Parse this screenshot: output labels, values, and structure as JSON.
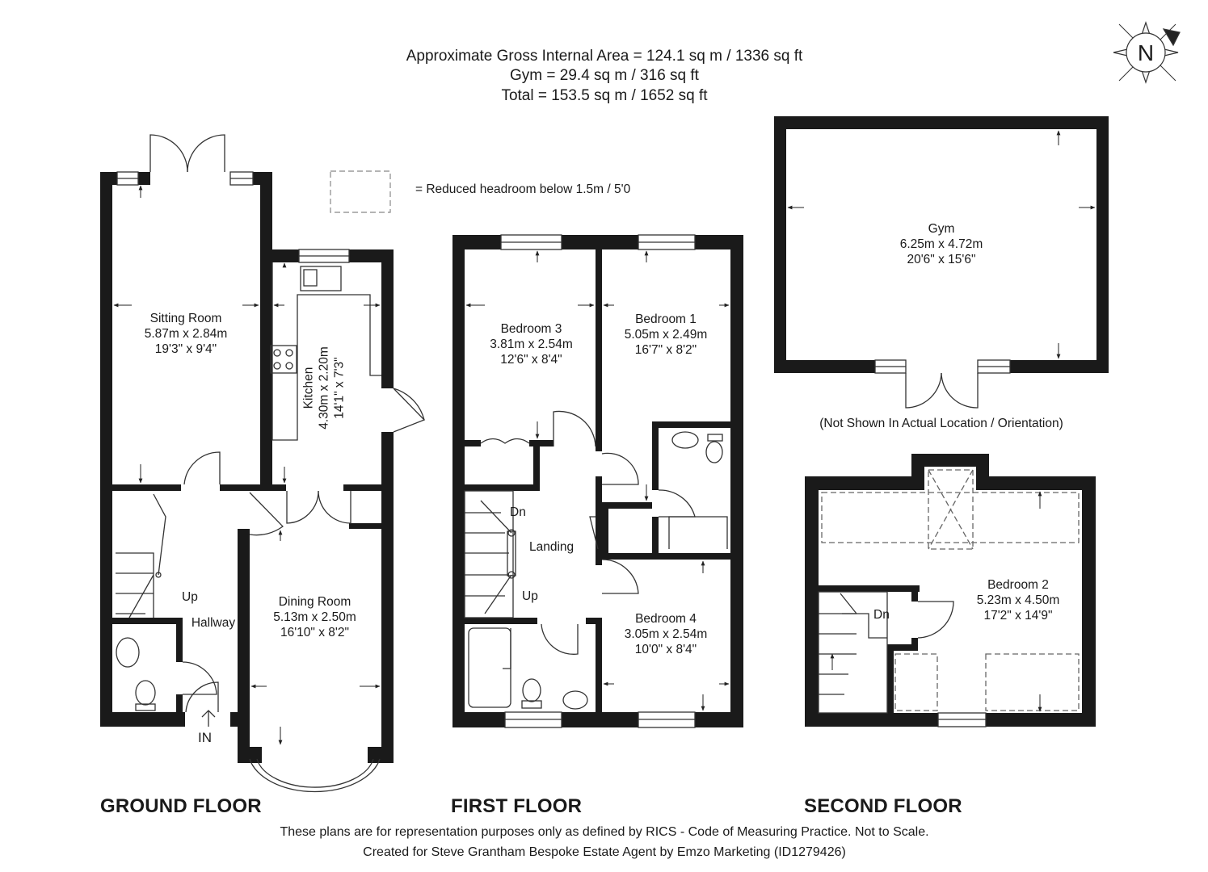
{
  "header": {
    "line1": "Approximate Gross Internal Area = 124.1 sq m / 1336 sq ft",
    "line2": "Gym = 29.4 sq m / 316 sq ft",
    "line3": "Total = 153.5 sq m / 1652 sq ft"
  },
  "compass": {
    "label": "N"
  },
  "legend": {
    "reduced_headroom": "= Reduced headroom below 1.5m / 5'0"
  },
  "gym_note": "(Not Shown In Actual Location / Orientation)",
  "floors": {
    "ground": "GROUND FLOOR",
    "first": "FIRST FLOOR",
    "second": "SECOND FLOOR"
  },
  "rooms": {
    "sitting": {
      "name": "Sitting Room",
      "metric": "5.87m x 2.84m",
      "imperial": "19'3\" x 9'4\""
    },
    "kitchen": {
      "name": "Kitchen",
      "metric": "4.30m x 2.20m",
      "imperial": "14'1\" x 7'3\""
    },
    "dining": {
      "name": "Dining Room",
      "metric": "5.13m x 2.50m",
      "imperial": "16'10\" x 8'2\""
    },
    "hallway": {
      "name": "Hallway"
    },
    "bedroom3": {
      "name": "Bedroom 3",
      "metric": "3.81m x 2.54m",
      "imperial": "12'6\" x 8'4\""
    },
    "bedroom1": {
      "name": "Bedroom 1",
      "metric": "5.05m x 2.49m",
      "imperial": "16'7\" x 8'2\""
    },
    "bedroom4": {
      "name": "Bedroom 4",
      "metric": "3.05m x 2.54m",
      "imperial": "10'0\" x 8'4\""
    },
    "landing": {
      "name": "Landing"
    },
    "gym": {
      "name": "Gym",
      "metric": "6.25m x 4.72m",
      "imperial": "20'6\" x 15'6\""
    },
    "bedroom2": {
      "name": "Bedroom 2",
      "metric": "5.23m x 4.50m",
      "imperial": "17'2\" x 14'9\""
    }
  },
  "labels": {
    "up_ground": "Up",
    "in": "IN",
    "dn_first": "Dn",
    "up_first": "Up",
    "dn_second": "Dn"
  },
  "footer": {
    "line1": "These plans are for representation purposes only as defined by RICS - Code of Measuring Practice. Not to Scale.",
    "line2": "Created for Steve Grantham Bespoke Estate Agent by Emzo Marketing (ID1279426)"
  }
}
